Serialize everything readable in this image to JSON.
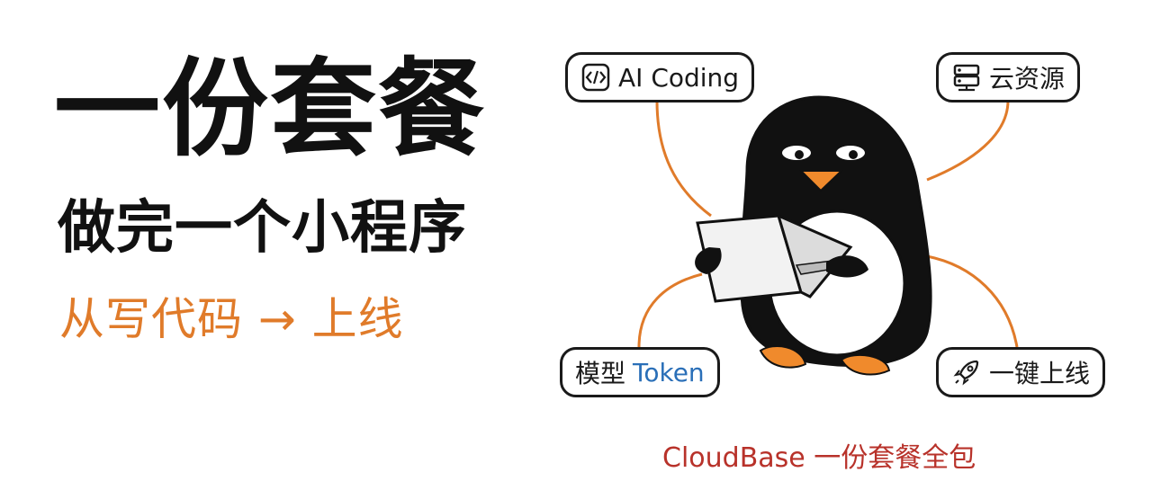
{
  "headline": "一份套餐",
  "subhead": "做完一个小程序",
  "tagline": "从写代码 → 上线",
  "badges": {
    "ai_coding": {
      "icon": "code-icon",
      "label": "AI Coding"
    },
    "cloud": {
      "icon": "server-icon",
      "label": "云资源"
    },
    "model": {
      "label_prefix": "模型",
      "label_highlight": "Token"
    },
    "deploy": {
      "icon": "rocket-icon",
      "label": "一键上线"
    }
  },
  "footer": "CloudBase 一份套餐全包",
  "colors": {
    "accent_orange": "#e07b2a",
    "footer_red": "#b8322a",
    "token_blue": "#2a6fb8",
    "ink": "#111111"
  }
}
